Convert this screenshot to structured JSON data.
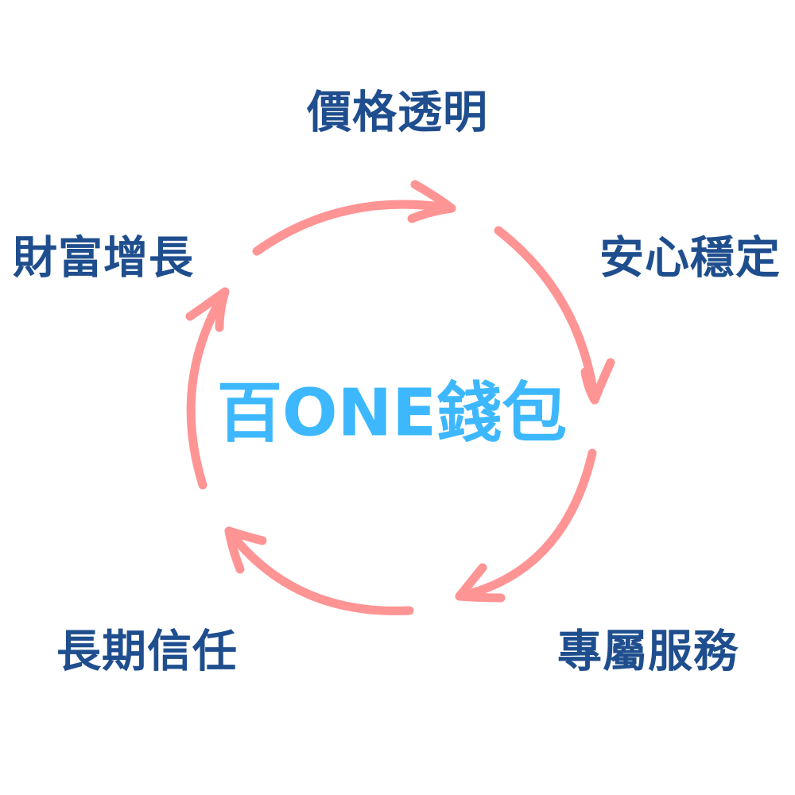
{
  "center_label": "百ONE錢包",
  "nodes": [
    {
      "label": "價格透明"
    },
    {
      "label": "安心穩定"
    },
    {
      "label": "專屬服務"
    },
    {
      "label": "長期信任"
    },
    {
      "label": "財富增長"
    }
  ],
  "colors": {
    "text": "#1f4e8e",
    "center": "#3db8ff",
    "arrow": "#ff9494"
  }
}
